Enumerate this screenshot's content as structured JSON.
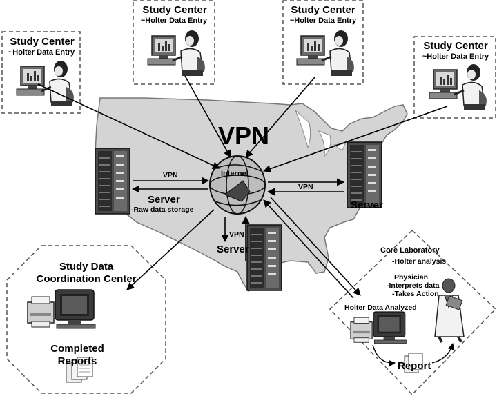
{
  "title": "VPN",
  "internet_label": "Internet",
  "study_centers": [
    {
      "name": "Study Center",
      "role": "~Holter Data Entry"
    },
    {
      "name": "Study Center",
      "role": "~Holter Data Entry"
    },
    {
      "name": "Study Center",
      "role": "~Holter Data Entry"
    },
    {
      "name": "Study Center",
      "role": "~Holter Data Entry"
    }
  ],
  "servers": {
    "left": {
      "label": "Server",
      "sublabel": "-Raw data storage",
      "link": "VPN"
    },
    "right": {
      "label": "Server",
      "link": "VPN"
    },
    "bottom": {
      "label": "Server",
      "link": "VPN"
    }
  },
  "coordination_center": {
    "title_line1": "Study Data",
    "title_line2": "Coordination Center",
    "reports_line1": "Completed",
    "reports_line2": "Reports"
  },
  "core_lab": {
    "title": "Core Laboratory",
    "subtitle": "-Holter analysis",
    "physician": "Physician",
    "interprets": "-Interprets data",
    "action": "-Takes Action",
    "analyzed": "Holter Data Analyzed",
    "report": "Report"
  }
}
